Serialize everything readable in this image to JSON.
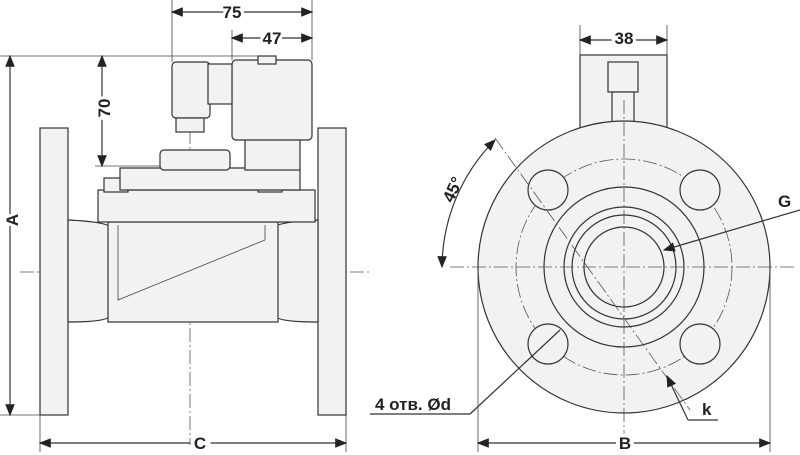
{
  "drawing": {
    "side_view": {
      "dim_top_total": "75",
      "dim_top_coil": "47",
      "dim_height_coil": "70",
      "dim_height_A": "A",
      "dim_length_C": "C"
    },
    "front_view": {
      "dim_stem": "38",
      "angle": "45°",
      "thread_G": "G",
      "holes": "4 отв. Ød",
      "bolt_circle_k": "k",
      "dim_B": "B"
    }
  }
}
